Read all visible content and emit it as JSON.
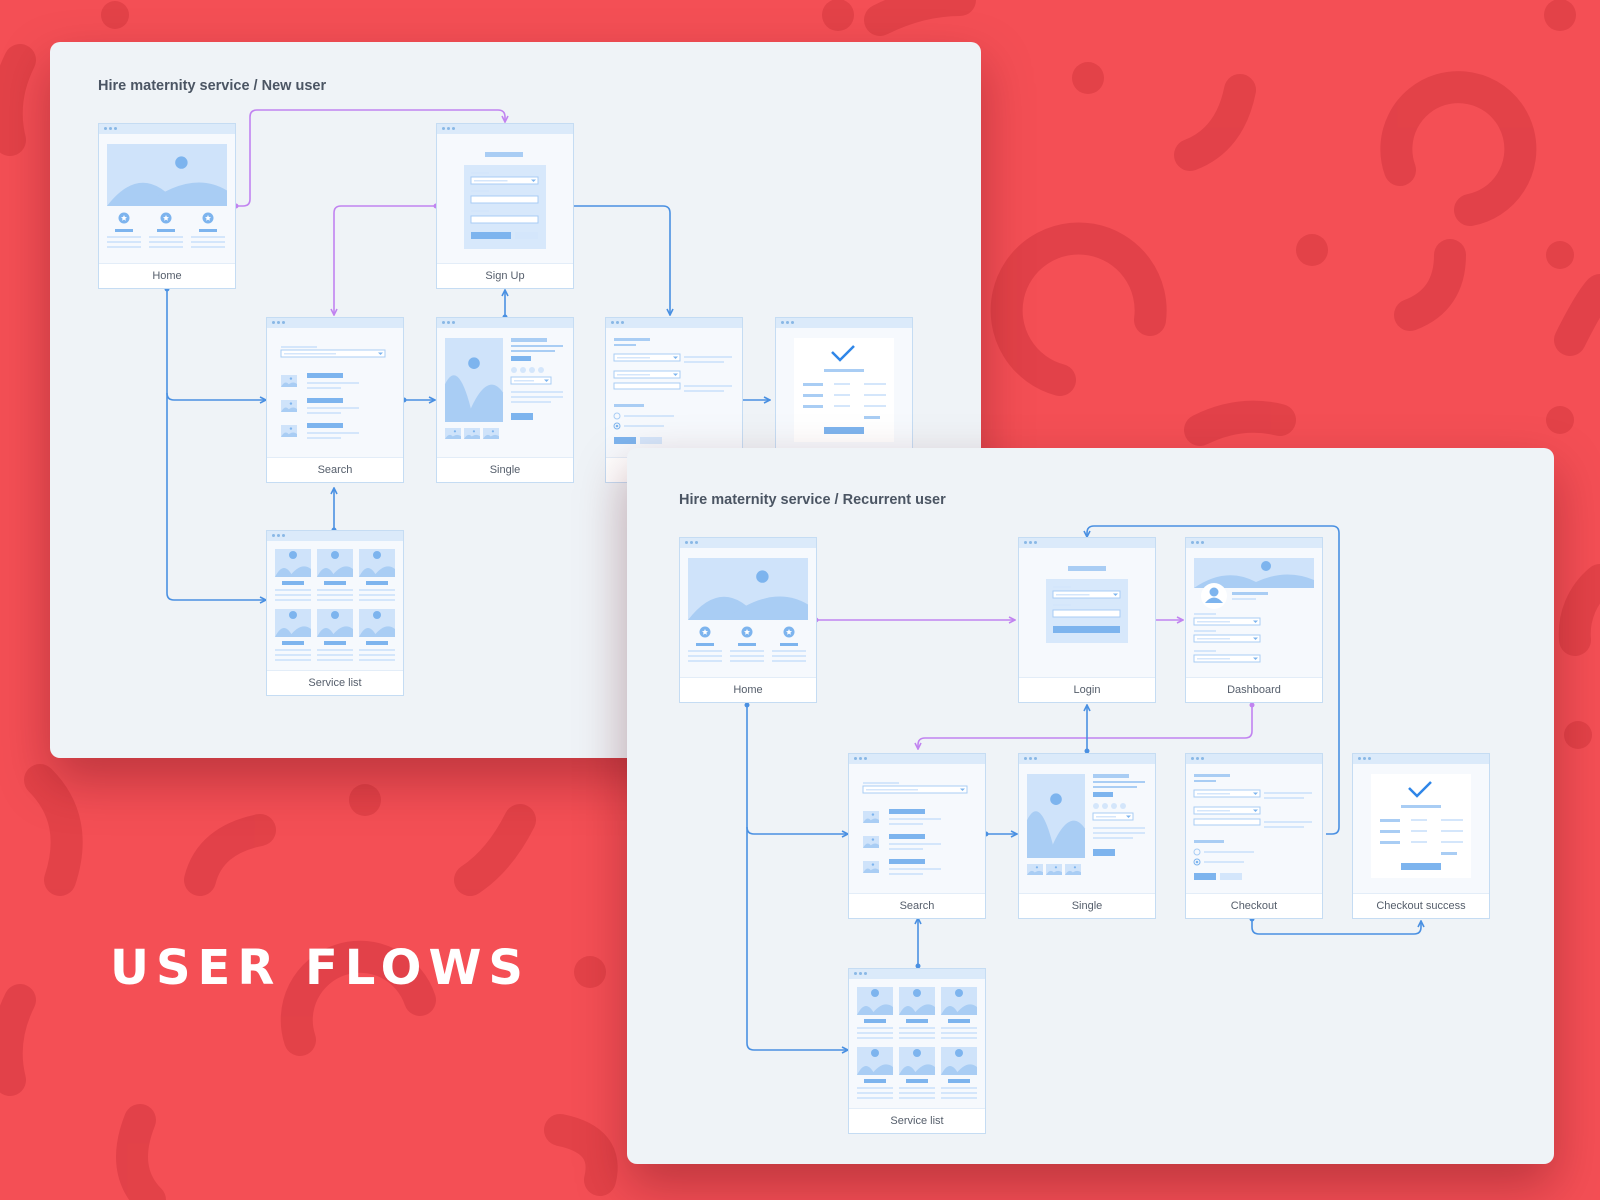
{
  "hero_title": "USER FLOWS",
  "colors": {
    "background": "#f44f55",
    "board": "#eff3f7",
    "flow_blue": "#4a90e2",
    "flow_purple": "#c183f0",
    "wireframe": "#a9cdf4"
  },
  "flows": [
    {
      "title": "Hire maternity service / New user",
      "screens": [
        {
          "id": "home",
          "label": "Home",
          "template": "home"
        },
        {
          "id": "signup",
          "label": "Sign Up",
          "template": "form"
        },
        {
          "id": "search",
          "label": "Search",
          "template": "search"
        },
        {
          "id": "single",
          "label": "Single",
          "template": "single"
        },
        {
          "id": "checkout",
          "label": "",
          "template": "checkout"
        },
        {
          "id": "success",
          "label": "",
          "template": "success"
        },
        {
          "id": "servicelist",
          "label": "Service list",
          "template": "grid"
        }
      ],
      "connections": [
        {
          "from": "home",
          "to": "signup",
          "type": "purple"
        },
        {
          "from": "signup",
          "to": "search",
          "type": "purple"
        },
        {
          "from": "signup",
          "to": "checkout",
          "type": "blue"
        },
        {
          "from": "single",
          "to": "signup",
          "type": "blue"
        },
        {
          "from": "home",
          "to": "search",
          "type": "blue"
        },
        {
          "from": "home",
          "to": "servicelist",
          "type": "blue"
        },
        {
          "from": "search",
          "to": "single",
          "type": "blue"
        },
        {
          "from": "checkout",
          "to": "success",
          "type": "blue"
        },
        {
          "from": "servicelist",
          "to": "search",
          "type": "blue"
        }
      ]
    },
    {
      "title": "Hire maternity service / Recurrent user",
      "screens": [
        {
          "id": "home",
          "label": "Home",
          "template": "home"
        },
        {
          "id": "login",
          "label": "Login",
          "template": "login"
        },
        {
          "id": "dashboard",
          "label": "Dashboard",
          "template": "dashboard"
        },
        {
          "id": "search",
          "label": "Search",
          "template": "search"
        },
        {
          "id": "single",
          "label": "Single",
          "template": "single"
        },
        {
          "id": "checkout",
          "label": "Checkout",
          "template": "checkout"
        },
        {
          "id": "success",
          "label": "Checkout success",
          "template": "success"
        },
        {
          "id": "servicelist",
          "label": "Service list",
          "template": "grid"
        }
      ],
      "connections": [
        {
          "from": "home",
          "to": "login",
          "type": "purple"
        },
        {
          "from": "login",
          "to": "dashboard",
          "type": "purple"
        },
        {
          "from": "dashboard",
          "to": "search",
          "type": "purple"
        },
        {
          "from": "checkout",
          "to": "login",
          "type": "blue"
        },
        {
          "from": "single",
          "to": "login",
          "type": "blue"
        },
        {
          "from": "home",
          "to": "search",
          "type": "blue"
        },
        {
          "from": "home",
          "to": "servicelist",
          "type": "blue"
        },
        {
          "from": "search",
          "to": "single",
          "type": "blue"
        },
        {
          "from": "servicelist",
          "to": "search",
          "type": "blue"
        },
        {
          "from": "checkout",
          "to": "success",
          "type": "blue"
        }
      ]
    }
  ]
}
